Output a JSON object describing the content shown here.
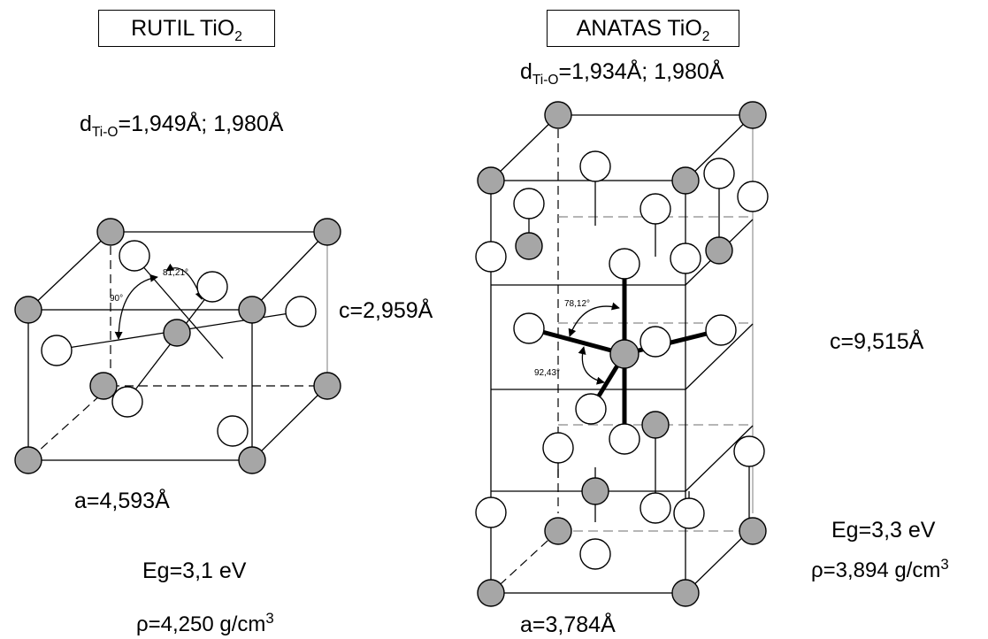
{
  "rutile": {
    "title_main": "RUTIL TiO",
    "title_sub": "2",
    "d_prefix": "d",
    "d_sub": "Ti-O",
    "d_values": "=1,949Å; 1,980Å",
    "c": "c=2,959Å",
    "a": "a=4,593Å",
    "eg": "Eg=3,1 eV",
    "rho_main": "ρ=4,250 g/cm",
    "rho_sup": "3",
    "angle1": "81,21°",
    "angle2": "90°"
  },
  "anatase": {
    "title_main": "ANATAS TiO",
    "title_sub": "2",
    "d_prefix": "d",
    "d_sub": "Ti-O",
    "d_values": "=1,934Å; 1,980Å",
    "c": "c=9,515Å",
    "a": "a=3,784Å",
    "eg": "Eg=3,3 eV",
    "rho_main": "ρ=3,894 g/cm",
    "rho_sup": "3",
    "angle1": "78,12°",
    "angle2": "92,43°"
  },
  "colors": {
    "titanium_atom": "#a6a6a6",
    "oxygen_atom": "#ffffff",
    "back_edges": "#9a9a9a"
  }
}
